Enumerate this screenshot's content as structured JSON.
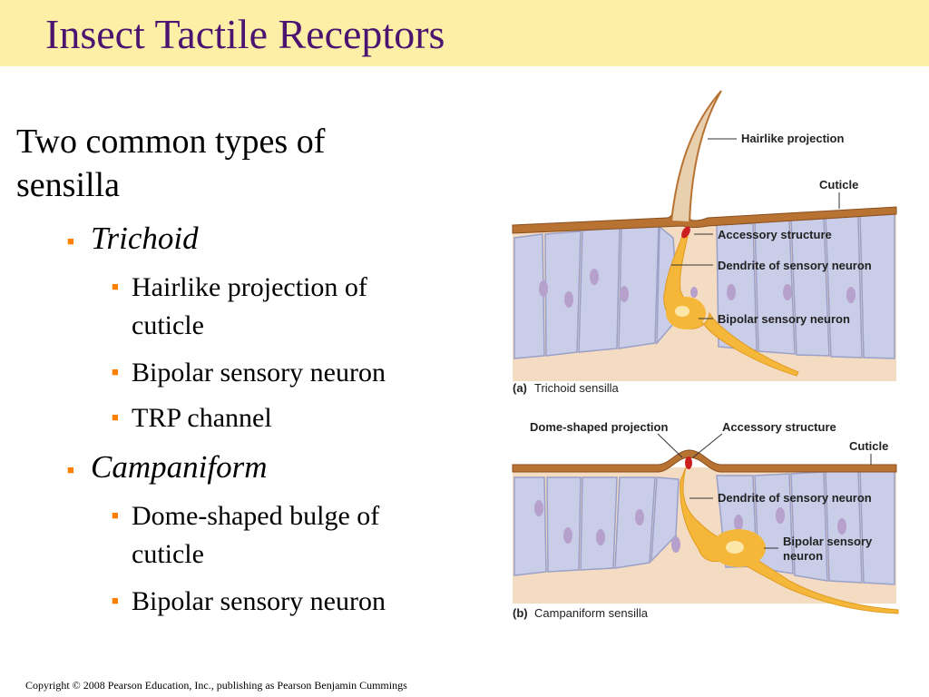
{
  "title": "Insect Tactile Receptors",
  "intro": "Two common types of sensilla",
  "bullets": [
    {
      "label": "Trichoid",
      "subs": [
        "Hairlike projection of cuticle",
        "Bipolar sensory neuron",
        "TRP channel"
      ]
    },
    {
      "label": "Campaniform",
      "subs": [
        "Dome-shaped bulge of cuticle",
        "Bipolar sensory neuron"
      ]
    }
  ],
  "diagram": {
    "a": {
      "letter": "(a)",
      "caption": "Trichoid sensilla",
      "labels": [
        "Hairlike projection",
        "Cuticle",
        "Accessory structure",
        "Dendrite of sensory neuron",
        "Bipolar sensory neuron"
      ]
    },
    "b": {
      "letter": "(b)",
      "caption": "Campaniform sensilla",
      "labels": [
        "Dome-shaped projection",
        "Accessory structure",
        "Cuticle",
        "Dendrite of sensory neuron",
        "Bipolar sensory",
        "neuron"
      ]
    }
  },
  "copyright": "Copyright © 2008 Pearson Education, Inc., publishing as Pearson Benjamin Cummings",
  "colors": {
    "title_bar": "#fdf0a6",
    "title_text": "#4b1470",
    "bullet": "#ff8000",
    "cuticle": "#b87333",
    "cells": "#c9cde8",
    "neuron": "#f5b73a"
  }
}
